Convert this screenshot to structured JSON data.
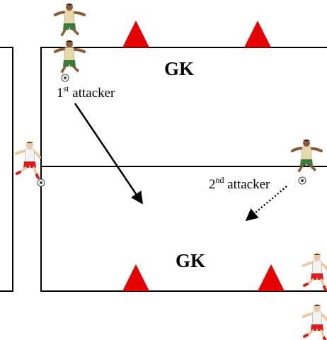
{
  "labels": {
    "gk_top": "GK",
    "gk_bottom": "GK",
    "attacker_1_num": "1",
    "attacker_1_suffix": "st",
    "attacker_1_word": " attacker",
    "attacker_2_num": "2",
    "attacker_2_suffix": "nd",
    "attacker_2_word": " attacker"
  },
  "colors": {
    "cone": "#e60000",
    "line": "#000000",
    "home_shirt": "#e6d8a8",
    "home_shorts": "#3a7a3a",
    "away_shirt": "#f2f2f2",
    "away_shorts": "#d81e1e",
    "skin": "#8a5a34",
    "skin_light": "#f0c8a0"
  },
  "arrows": [
    {
      "name": "first-attacker-run",
      "style": "solid"
    },
    {
      "name": "second-attacker-run",
      "style": "dotted"
    }
  ],
  "players": [
    {
      "name": "attacker-top",
      "kit": "home"
    },
    {
      "name": "first-attacker",
      "kit": "home",
      "with_ball": true
    },
    {
      "name": "second-attacker",
      "kit": "home",
      "with_ball": true
    },
    {
      "name": "defender-left",
      "kit": "away",
      "with_ball": true
    },
    {
      "name": "defender-right-1",
      "kit": "away"
    },
    {
      "name": "defender-right-2",
      "kit": "away"
    }
  ]
}
